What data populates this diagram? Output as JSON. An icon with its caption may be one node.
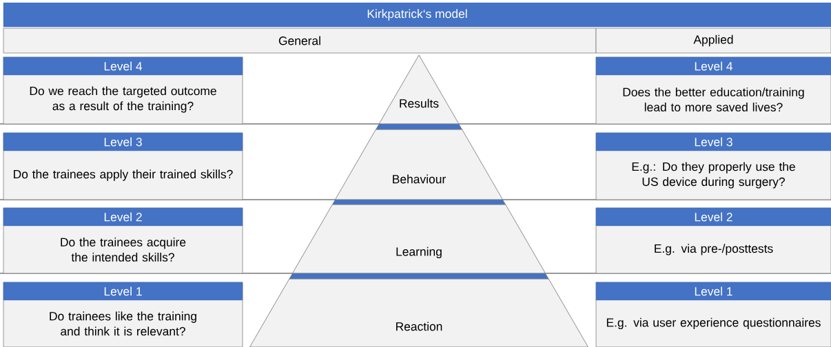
{
  "diagram": {
    "nodes": [
      {
        "text": [
          "Kirkpatrick‘s model"
        ]
      },
      {
        "text": [
          "General"
        ]
      },
      {
        "text": [
          "Applied"
        ]
      },
      {
        "text": [
          "Level 4",
          "Do we reach the targeted outcome as a result of the training?"
        ]
      },
      {
        "text": [
          "Results"
        ]
      },
      {
        "text": [
          "Level 4",
          "Does the better education/training lead to more saved lives?"
        ]
      },
      {
        "text": [
          "Level 3",
          "Do the trainees apply their trained skills?"
        ]
      },
      {
        "text": [
          "Behaviour"
        ]
      },
      {
        "text": [
          "Level 3",
          "E.g.: Do they properly use the US device during surgery?"
        ]
      },
      {
        "text": [
          "Level 2",
          "Do the trainees acquire the intended skills?"
        ]
      },
      {
        "text": [
          "Learning"
        ]
      },
      {
        "text": [
          "Level 2",
          "E.g. via pre-/posttests"
        ]
      },
      {
        "text": [
          "Level 1",
          "Do trainees like the training and think it is relevant?"
        ]
      },
      {
        "text": [
          "Reaction"
        ]
      },
      {
        "text": [
          "Level 1",
          "E.g. via user experience questionnaires"
        ]
      }
    ]
  }
}
